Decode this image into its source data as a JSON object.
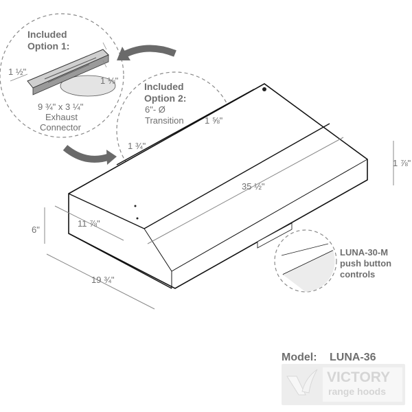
{
  "option1": {
    "title_line1": "Included",
    "title_line2": "Option 1:",
    "size": "9 ¾\" x 3 ¼\"",
    "name_line1": "Exhaust",
    "name_line2": "Connector",
    "dim_width": "1 ½\"",
    "dim_height": "1 ⅛\""
  },
  "option2": {
    "title_line1": "Included",
    "title_line2": "Option 2:",
    "desc_line1": "6\"- Ø",
    "desc_line2": "Transition",
    "dim_height": "1 ⅝\"",
    "dim_offset": "1 ¾\""
  },
  "hood_dimensions": {
    "width": "35 ½\"",
    "height": "6\"",
    "depth": "19 ¾\"",
    "front_depth": "11 ⅞\"",
    "front_lip": "1 ⅞\""
  },
  "controls_callout": {
    "line1": "LUNA-30-M",
    "line2": "push button",
    "line3": "controls"
  },
  "model": {
    "label": "Model:",
    "value": "LUNA-36"
  },
  "brand": {
    "name": "VICTORY",
    "tagline": "range hoods"
  },
  "colors": {
    "text_gray": "#6e6e6e",
    "line": "#1a1a1a",
    "dim_line": "#888888",
    "arrow_fill": "#6a6a6a"
  }
}
